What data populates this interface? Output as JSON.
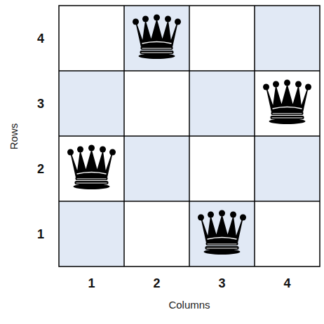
{
  "diagram": {
    "labels": [
      "Rows",
      "4",
      "3",
      "2",
      "1",
      "1",
      "2",
      "3",
      "4",
      "Columns"
    ]
  }
}
